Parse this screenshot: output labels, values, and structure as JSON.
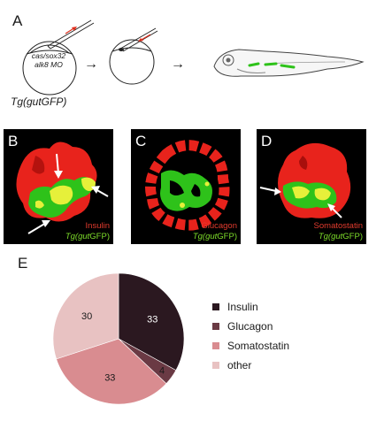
{
  "panel_a": {
    "letter": "A",
    "embryo_text_lines": [
      "cas/sox32",
      "alk8 MO"
    ],
    "transgenic_label": "Tg(gutGFP)",
    "arrow_symbol": "→"
  },
  "panels_micro": [
    {
      "letter": "B",
      "marker": "Insulin",
      "reporter_prefix": "Tg(",
      "reporter_italic": "gut",
      "reporter_suffix": "GFP)"
    },
    {
      "letter": "C",
      "marker": "Glucagon",
      "reporter_prefix": "Tg(",
      "reporter_italic": "gut",
      "reporter_suffix": "GFP)"
    },
    {
      "letter": "D",
      "marker": "Somatostatin",
      "reporter_prefix": "Tg(",
      "reporter_italic": "gut",
      "reporter_suffix": "GFP)"
    }
  ],
  "panel_e": {
    "letter": "E"
  },
  "chart_data": {
    "type": "pie",
    "title": "",
    "categories": [
      "Insulin",
      "Glucagon",
      "Somatostatin",
      "other"
    ],
    "values": [
      33,
      4,
      33,
      30
    ],
    "colors": [
      "#2b1820",
      "#6a3a44",
      "#d98c90",
      "#e8c2c2"
    ],
    "data_labels": [
      "33",
      "4",
      "33",
      "30"
    ],
    "start_angle_deg": 0,
    "direction": "clockwise",
    "legend_position": "right"
  },
  "colors": {
    "micrograph_bg": "#000000",
    "insulin_red": "#e8231c",
    "gfp_green": "#2ec21a",
    "overlap_yellow": "#e6f03a",
    "injection_arrow": "#e0301e"
  }
}
